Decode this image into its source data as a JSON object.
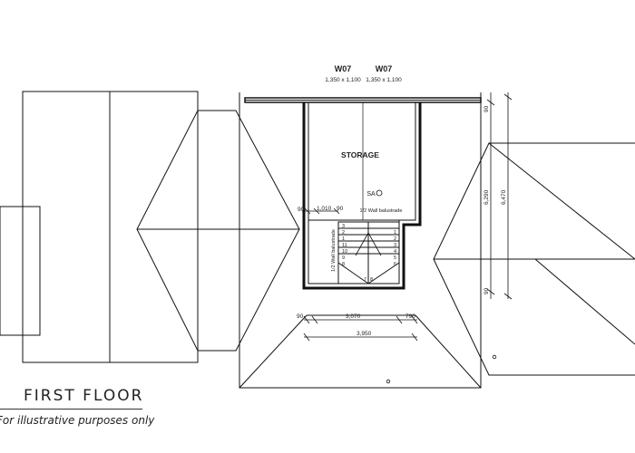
{
  "plan": {
    "windows": [
      {
        "code": "W07",
        "size": "1,350 x 1,100"
      },
      {
        "code": "W07",
        "size": "1,350 x 1,100"
      }
    ],
    "room_label": "STORAGE",
    "smoke_alarm": "SA",
    "half_wall_label": "1/2 Wall balustrade",
    "half_wall_label_vertical": "1/2 Wall balustrade",
    "stair_left_treads": [
      "3",
      "2",
      "1",
      "11",
      "10",
      "9",
      "8"
    ],
    "stair_right_treads": [
      "1",
      "2",
      "3",
      "4",
      "5",
      "6"
    ],
    "stair_bottom_treads": [
      "7",
      "8"
    ],
    "dimensions": {
      "left_90_top": "90",
      "width_1010": "1,010",
      "right_90_top": "90",
      "bottom_left_90": "90",
      "width_3070": "3,070",
      "width_790": "790",
      "width_3950": "3,950",
      "right_top_90": "90",
      "height_6290": "6,290",
      "height_6470": "6,470",
      "right_bottom_90": "90"
    }
  },
  "caption": {
    "title": "FIRST FLOOR",
    "note": "For illustrative purposes only"
  }
}
